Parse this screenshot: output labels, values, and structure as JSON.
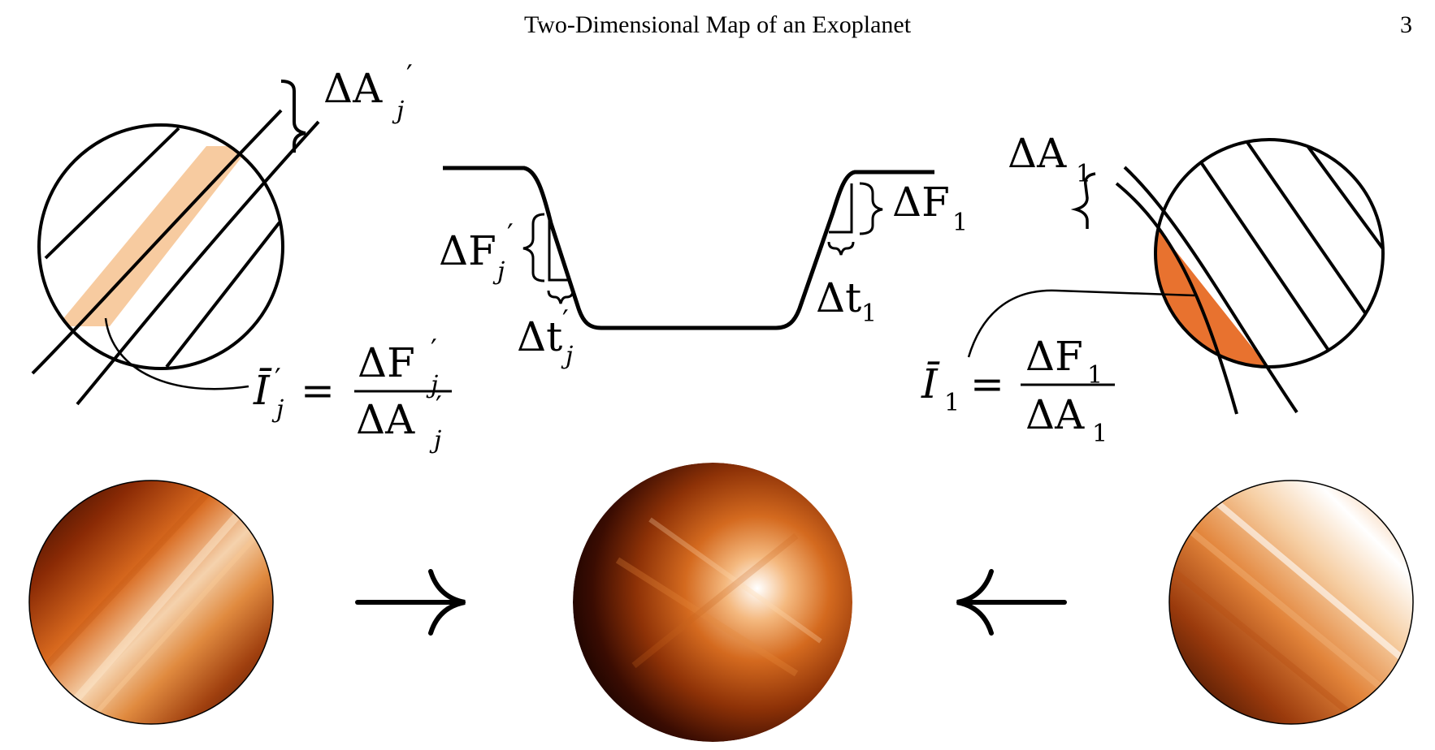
{
  "header": {
    "running_title": "Two-Dimensional Map of an Exoplanet",
    "page_number": "3"
  },
  "colors": {
    "ink": "#000000",
    "strip_light": "#f7cba0",
    "strip_dark": "#e8722f",
    "map_dark": "#1f0500",
    "map_mid": "#d8691e",
    "map_light": "#ffffff"
  },
  "labels": {
    "delta_A_j": {
      "base": "ΔA",
      "sup": "′",
      "sub": "j"
    },
    "delta_A_1": {
      "base": "ΔA",
      "sub": "1"
    },
    "delta_F_j": {
      "base": "ΔF",
      "sup": "′",
      "sub": "j"
    },
    "delta_F_1": {
      "base": "ΔF",
      "sub": "1"
    },
    "delta_t_j": {
      "base": "Δt",
      "sup": "′",
      "sub": "j"
    },
    "delta_t_1": {
      "base": "Δt",
      "sub": "1"
    },
    "eq_j": {
      "lhs": "Ī",
      "lhs_sup": "′",
      "lhs_sub": "j",
      "equals": "=",
      "num": "ΔF",
      "num_sup": "′",
      "num_sub": "j",
      "den": "ΔA",
      "den_sup": "′",
      "den_sub": "j"
    },
    "eq_1": {
      "lhs": "Ī",
      "lhs_sub": "1",
      "equals": "=",
      "num": "ΔF",
      "num_sub": "1",
      "den": "ΔA",
      "den_sub": "1"
    }
  },
  "icons": {
    "left_arrow": "arrow-right-icon",
    "right_arrow": "arrow-left-icon"
  }
}
